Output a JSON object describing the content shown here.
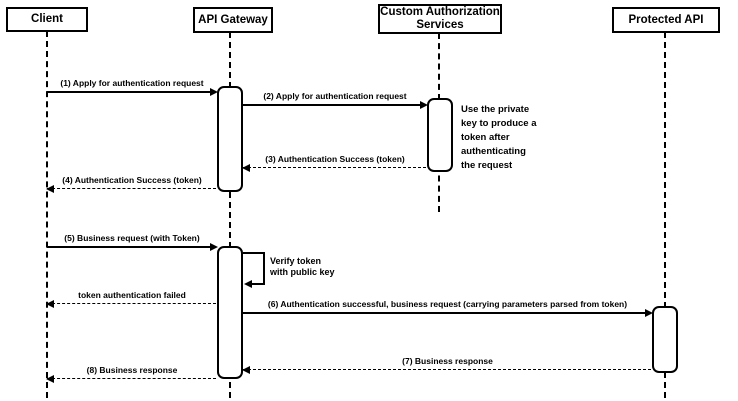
{
  "diagram": {
    "type": "sequence-diagram",
    "participants": [
      {
        "label": "Client"
      },
      {
        "label": "API Gateway"
      },
      {
        "label": "Custom Authorization Services"
      },
      {
        "label": "Protected API"
      }
    ],
    "messages": [
      {
        "label": "(1) Apply for authentication request",
        "from": "Client",
        "to": "API Gateway",
        "line": "solid"
      },
      {
        "label": "(2) Apply for authentication request",
        "from": "API Gateway",
        "to": "Custom Authorization Services",
        "line": "solid"
      },
      {
        "label": "(3) Authentication Success (token)",
        "from": "Custom Authorization Services",
        "to": "API Gateway",
        "line": "dashed"
      },
      {
        "label": "(4) Authentication Success (token)",
        "from": "API Gateway",
        "to": "Client",
        "line": "dashed"
      },
      {
        "label": "(5) Business request (with Token)",
        "from": "Client",
        "to": "API Gateway",
        "line": "solid"
      },
      {
        "label": "token authentication failed",
        "from": "API Gateway",
        "to": "Client",
        "line": "dashed"
      },
      {
        "label": "(6) Authentication successful, business request (carrying parameters parsed from token)",
        "from": "API Gateway",
        "to": "Protected API",
        "line": "solid"
      },
      {
        "label": "(7) Business response",
        "from": "Protected API",
        "to": "API Gateway",
        "line": "dashed"
      },
      {
        "label": "(8) Business response",
        "from": "API Gateway",
        "to": "Client",
        "line": "dashed"
      }
    ],
    "self_message": {
      "on": "API Gateway",
      "lines": [
        "Verify token",
        "with public key"
      ]
    },
    "note": {
      "attached_to": "Custom Authorization Services",
      "text": "Use the private key to produce a token after authenticating the request",
      "lines": [
        "Use the private",
        "key to produce a",
        "token after",
        "authenticating",
        "the request"
      ]
    },
    "colors": {
      "line": "#000000",
      "box_border": "#000000",
      "box_fill": "#ffffff",
      "background": "#ffffff"
    }
  }
}
